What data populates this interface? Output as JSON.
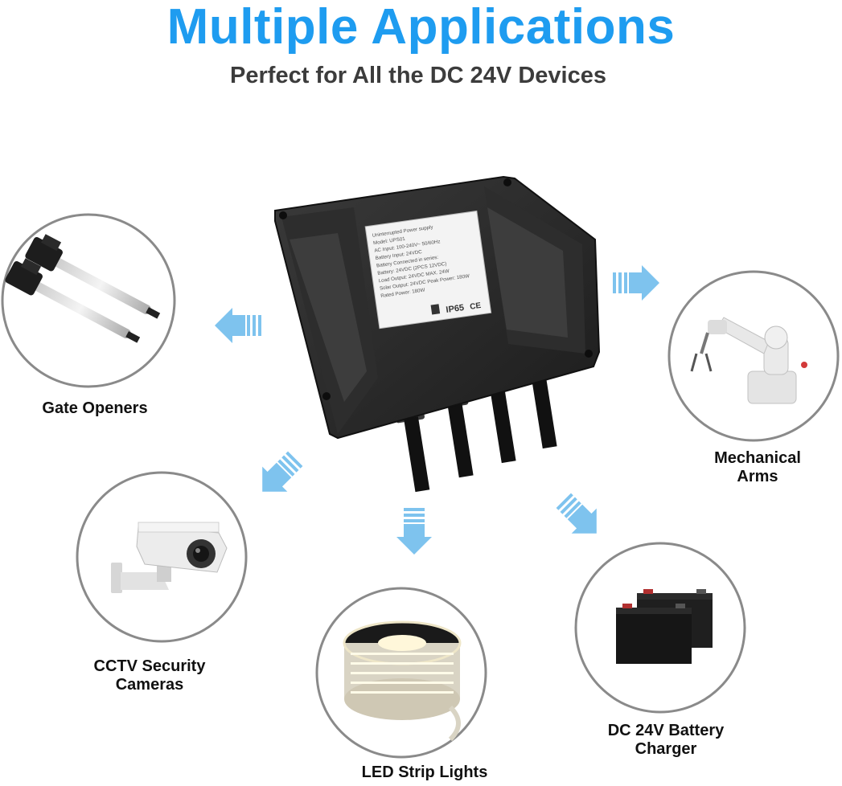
{
  "header": {
    "title": "Multiple Applications",
    "subtitle": "Perfect for All the DC 24V Devices"
  },
  "colors": {
    "title": "#1e9cf0",
    "arrow": "#7ec3ee",
    "circle_border": "#8a8a8a",
    "device_body": "#2a2a2a"
  },
  "product": {
    "label_lines": [
      "Uninterrupted Power supply",
      "Model: UPS01",
      "AC Input: 100-240V~ 50/60Hz",
      "Battery Input: 24VDC",
      "Battery Connected in series:",
      "Battery: 24VDC (2PCS 12VDC)",
      "Load Output: 24VDC MAX. 24W",
      "Solar Output: 24VDC Peak Power: 180W",
      "Rated Power: 180W"
    ],
    "rating": "IP65",
    "mark": "CE"
  },
  "applications": [
    {
      "id": "gate",
      "icon": "linear-actuator-icon",
      "lines": [
        "Gate Openers"
      ]
    },
    {
      "id": "cctv",
      "icon": "cctv-camera-icon",
      "lines": [
        "CCTV Security",
        "Cameras"
      ]
    },
    {
      "id": "led",
      "icon": "led-strip-reel-icon",
      "lines": [
        "LED Strip Lights"
      ]
    },
    {
      "id": "arm",
      "icon": "robot-arm-icon",
      "lines": [
        "Mechanical",
        "Arms"
      ]
    },
    {
      "id": "battery",
      "icon": "battery-icon",
      "lines": [
        "DC 24V Battery",
        "Charger"
      ]
    }
  ]
}
